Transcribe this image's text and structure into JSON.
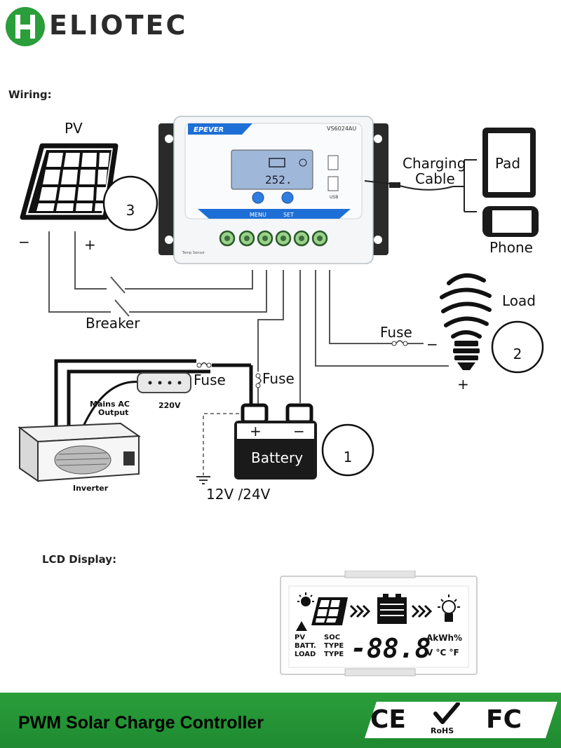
{
  "brand": {
    "logo_text": "ELIOTEC"
  },
  "sections": {
    "wiring": "Wiring:",
    "lcd": "LCD Display:"
  },
  "diagram": {
    "pv": "PV",
    "pv_minus": "−",
    "pv_plus": "+",
    "num_pv": "3",
    "breaker": "Breaker",
    "controller": {
      "brand": "EPEVER",
      "model": "VS6024AU",
      "lcd_reading": "252.",
      "menu": "MENU",
      "set": "SET",
      "usb": "USB",
      "temp_sensor": "Temp Sensor"
    },
    "charging_cable": [
      "Charging",
      "Cable"
    ],
    "pad": "Pad",
    "phone": "Phone",
    "load": "Load",
    "num_load": "2",
    "load_minus": "−",
    "load_plus": "+",
    "fuse_load": "Fuse",
    "fuse_inverter": "Fuse",
    "fuse_battery": "Fuse",
    "mains_ac": [
      "Mains AC",
      "Output"
    ],
    "v220": "220V",
    "inverter": "Inverter",
    "battery": "Battery",
    "battery_plus": "+",
    "battery_minus": "−",
    "num_battery": "1",
    "voltage": "12V /24V"
  },
  "lcd": {
    "pv": "PV",
    "batt": "BATT.",
    "load": "LOAD",
    "soc": "SOC",
    "type1": "TYPE",
    "type2": "TYPE",
    "digits": "-88.8",
    "units_top": "AkWh%",
    "units_bottom": "V °C °F"
  },
  "footer": {
    "title": "PWM Solar Charge Controller",
    "ce": "CE",
    "rohs": "RoHS",
    "fc": "FC"
  },
  "colors": {
    "brand_green": "#2a9e3a",
    "accent_blue": "#1d6fd6"
  }
}
